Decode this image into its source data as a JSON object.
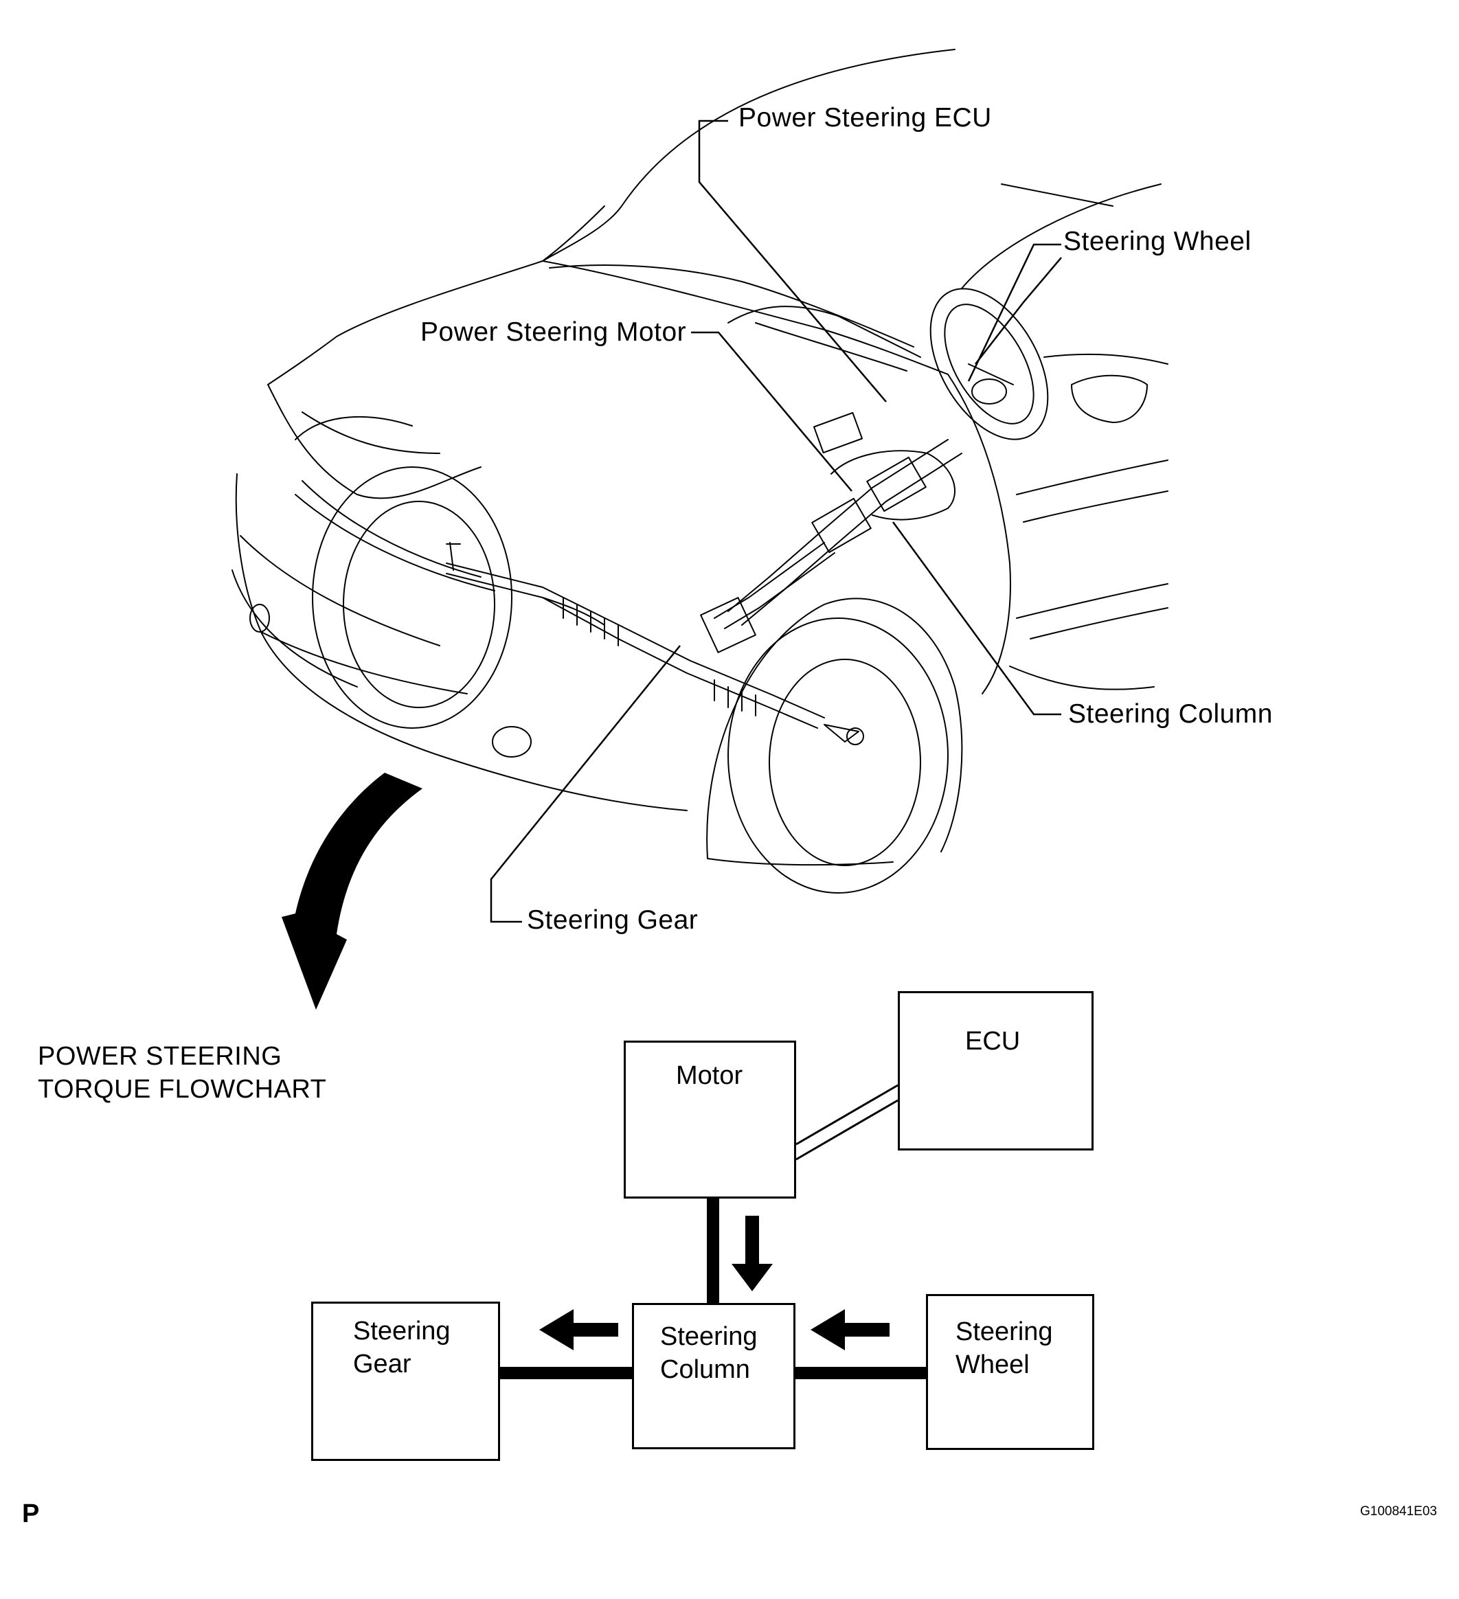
{
  "callouts": {
    "ecu": "Power Steering ECU",
    "wheel": "Steering Wheel",
    "motor": "Power Steering Motor",
    "column": "Steering Column",
    "gear": "Steering Gear"
  },
  "flowchart": {
    "title_line1": "POWER STEERING",
    "title_line2": "TORQUE FLOWCHART",
    "motor": "Motor",
    "ecu": "ECU",
    "gear_line1": "Steering",
    "gear_line2": "Gear",
    "column_line1": "Steering",
    "column_line2": "Column",
    "wheel_line1": "Steering",
    "wheel_line2": "Wheel"
  },
  "footer": {
    "page_letter": "P",
    "figure_code": "G100841E03"
  }
}
